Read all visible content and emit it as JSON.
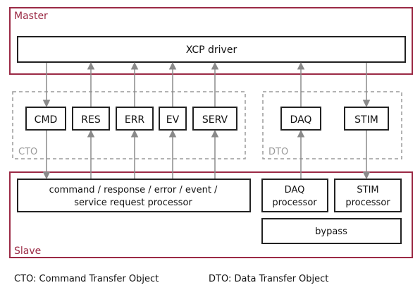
{
  "master": {
    "label": "Master",
    "driver": "XCP driver"
  },
  "cto": {
    "label": "CTO",
    "boxes": [
      "CMD",
      "RES",
      "ERR",
      "EV",
      "SERV"
    ]
  },
  "dto": {
    "label": "DTO",
    "boxes": [
      "DAQ",
      "STIM"
    ]
  },
  "slave": {
    "label": "Slave",
    "processor_line1": "command / response / error / event /",
    "processor_line2": "service request processor",
    "daq_line1": "DAQ",
    "daq_line2": "processor",
    "stim_line1": "STIM",
    "stim_line2": "processor",
    "bypass": "bypass"
  },
  "legend": {
    "cto": "CTO: Command Transfer Object",
    "dto": "DTO: Data Transfer Object"
  },
  "colors": {
    "section_border": "#9b2a45",
    "group_border": "#9a9a9a",
    "arrow": "#8a8a8a",
    "box_border": "#222222"
  }
}
